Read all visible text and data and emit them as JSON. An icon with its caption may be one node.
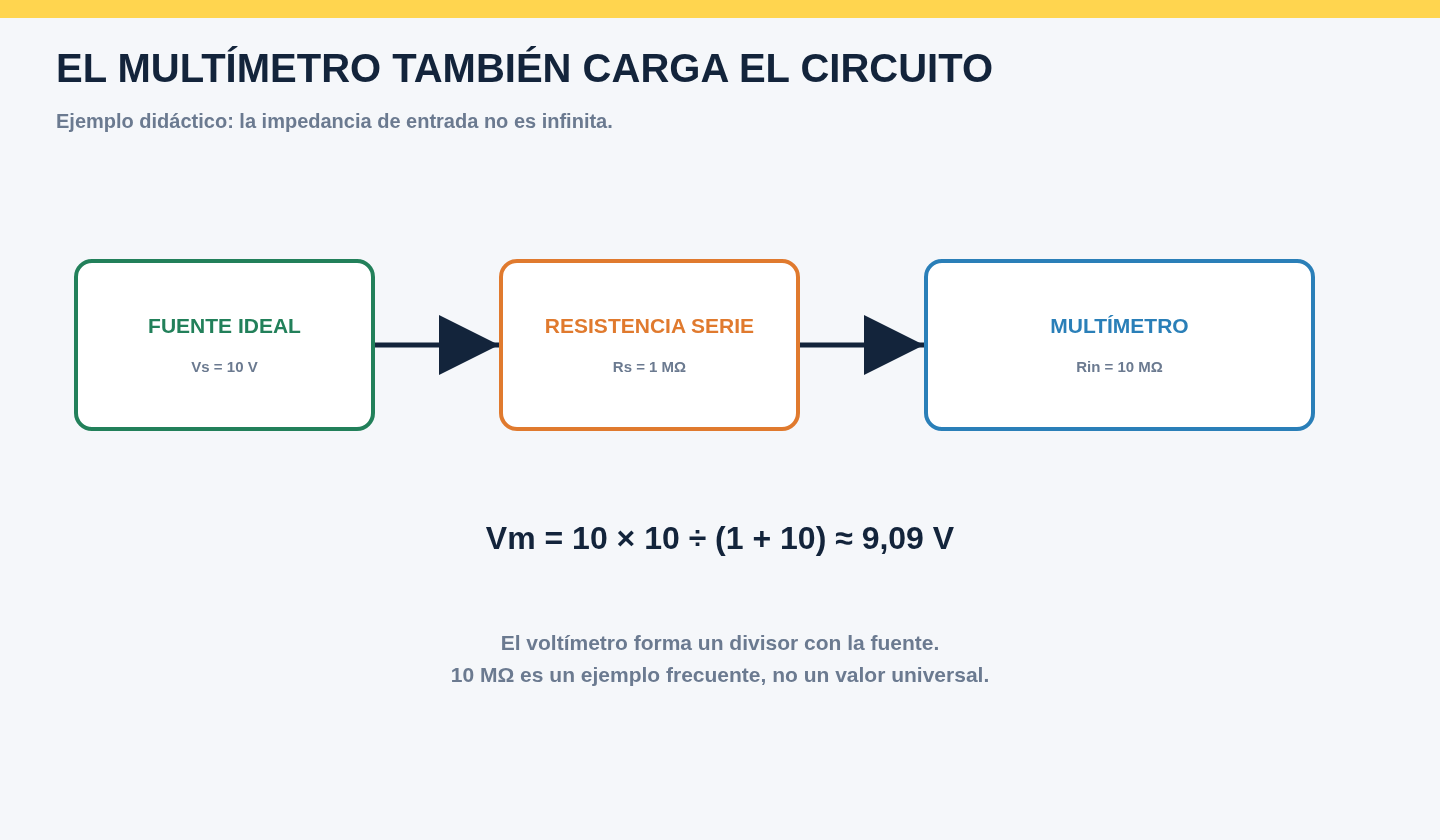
{
  "diagram": {
    "title": "EL MULTÍMETRO TAMBIÉN CARGA EL CIRCUITO",
    "caption": "Ejemplo didáctico: la impedancia de entrada no es infinita.",
    "nodes": [
      {
        "text": [
          "FUENTE IDEAL",
          "Vs = 10 V"
        ]
      },
      {
        "text": [
          "RESISTENCIA SERIE",
          "Rs = 1 MΩ"
        ]
      },
      {
        "text": [
          "MULTÍMETRO",
          "Rin = 10 MΩ"
        ]
      }
    ],
    "edges": [
      {
        "from": 0,
        "to": 1,
        "arrow": "to"
      },
      {
        "from": 1,
        "to": 2,
        "arrow": "to"
      }
    ],
    "labels": [
      "Vm = 10 × 10 ÷ (1 + 10) ≈ 9,09 V",
      "El voltímetro forma un divisor con la fuente.",
      "10 MΩ es un ejemplo frecuente, no un valor universal."
    ]
  }
}
